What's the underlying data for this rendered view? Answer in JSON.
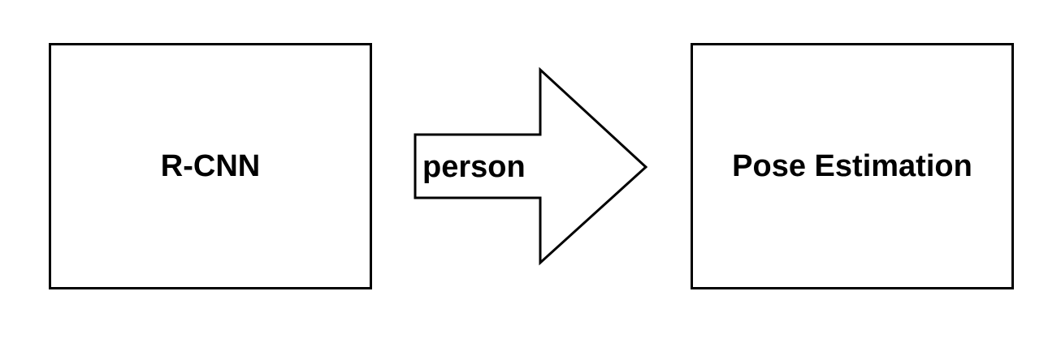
{
  "nodes": [
    {
      "label": "R-CNN"
    },
    {
      "label": "Pose Estimation"
    }
  ],
  "edge": {
    "label": "person"
  }
}
